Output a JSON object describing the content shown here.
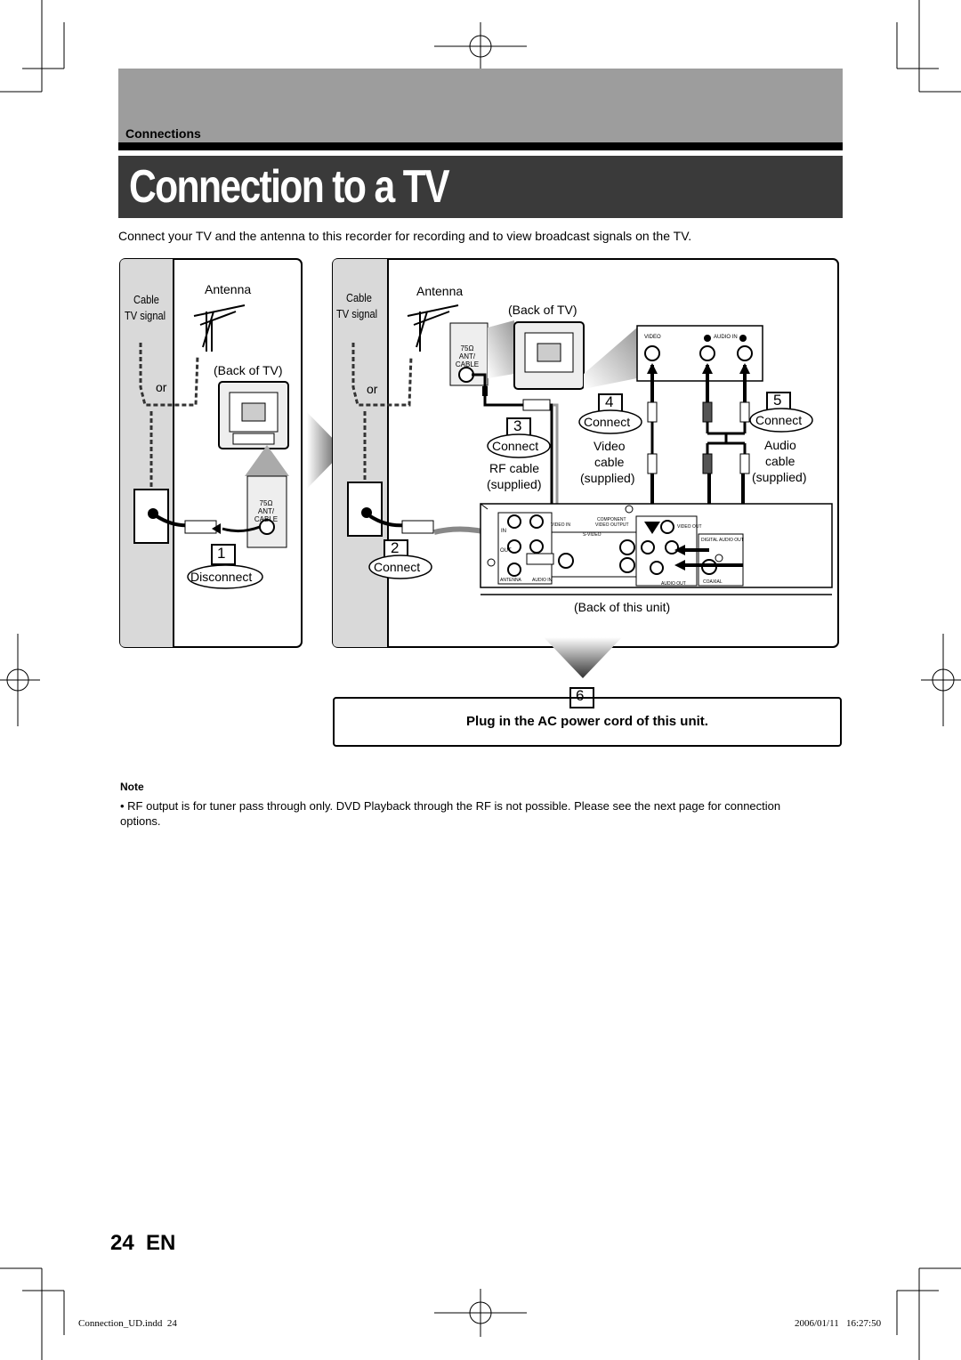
{
  "header": {
    "section": "Connections",
    "title": "Connection to a TV"
  },
  "intro": "Connect your TV and the antenna to this recorder for recording and to view broadcast signals on the TV.",
  "left_panel": {
    "cable_tv_signal_1": "Cable",
    "cable_tv_signal_2": "TV signal",
    "antenna": "Antenna",
    "back_of_tv": "(Back of TV)",
    "or": "or",
    "ant_jack_1": "75Ω",
    "ant_jack_2": "ANT/",
    "ant_jack_3": "CABLE",
    "step_number": "1",
    "step_label": "Disconnect"
  },
  "right_panel": {
    "cable_tv_signal_1": "Cable",
    "cable_tv_signal_2": "TV signal",
    "antenna": "Antenna",
    "back_of_tv": "(Back of TV)",
    "or": "or",
    "ant_jack_1": "75Ω",
    "ant_jack_2": "ANT/",
    "ant_jack_3": "CABLE",
    "tv_video": "VIDEO",
    "tv_audio_in": "AUDIO IN",
    "step2_number": "2",
    "step2_label": "Connect",
    "step3_number": "3",
    "step3_label": "Connect",
    "rf_cable_1": "RF cable",
    "rf_cable_2": "(supplied)",
    "step4_number": "4",
    "step4_label": "Connect",
    "video_cable_1": "Video",
    "video_cable_2": "cable",
    "video_cable_3": "(supplied)",
    "step5_number": "5",
    "step5_label": "Connect",
    "audio_cable_1": "Audio",
    "audio_cable_2": "cable",
    "audio_cable_3": "(supplied)",
    "back_of_unit": "(Back of this unit)",
    "unit_labels": {
      "in": "IN",
      "out": "OUT",
      "antenna": "ANTENNA",
      "audio_in": "AUDIO IN",
      "video_in": "VIDEO IN",
      "component": "COMPONENT",
      "video_output": "VIDEO OUTPUT",
      "s_video": "S-VIDEO",
      "video_out": "VIDEO OUT",
      "digital_audio_out": "DIGITAL AUDIO OUT",
      "audio_out": "AUDIO OUT",
      "coaxial": "COAXIAL"
    }
  },
  "step6": {
    "number": "6",
    "text": "Plug in the AC power cord of this unit."
  },
  "note": {
    "title": "Note",
    "text": "• RF output is for tuner pass through only.  DVD Playback through the RF is not possible.  Please see the next page for connection options."
  },
  "page_number": "24  EN",
  "footer": {
    "file": "Connection_UD.indd  24",
    "timestamp": "2006/01/11   16:27:50"
  }
}
